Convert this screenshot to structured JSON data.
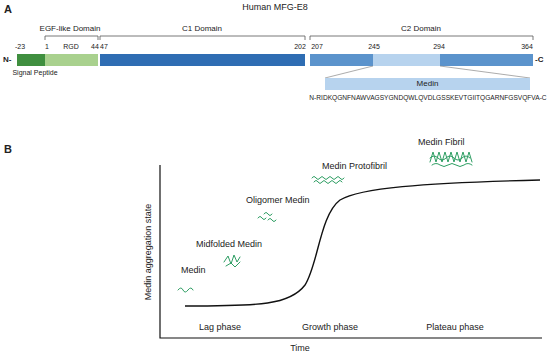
{
  "diagram": {
    "title": "Human MFG-E8",
    "nodes": [
      {
        "text": [
          "Medin"
        ]
      }
    ],
    "labels": [
      "A",
      "EGF-like Domain",
      "RGD",
      "C1 Domain",
      "C2 Domain",
      "1",
      "44",
      "47",
      "202",
      "207",
      "245",
      "294",
      "364",
      "-23",
      "N-",
      "-C",
      "Signal Peptide",
      "N-RIDKQGNFNAWVAGSYGNDQWLQVDLGSSKEVTGIITQGARNFGSVQFVA-C",
      "B",
      "Medin aggregation state",
      "Time",
      "Lag phase",
      "Growth phase",
      "Plateau phase",
      "Medin",
      "Midfolded Medin",
      "Oligomer Medin",
      "Medin Protofibril",
      "Medin Fibril"
    ]
  }
}
